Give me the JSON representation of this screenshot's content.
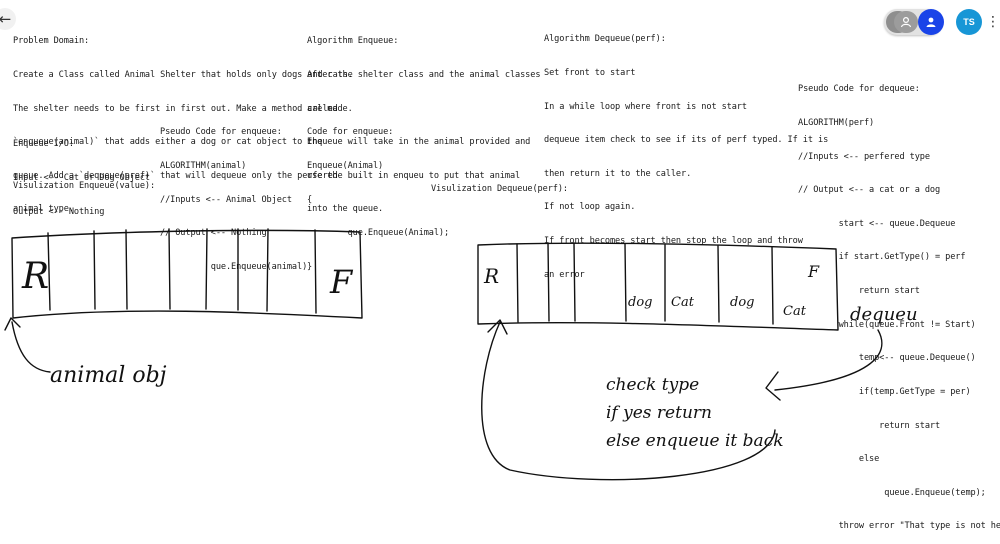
{
  "nav": {
    "back_icon": "arrow-left-icon"
  },
  "toolbar": {
    "avatar_initials": "TS",
    "more_icon": "⋮"
  },
  "problem": {
    "lines": [
      "Problem Domain:",
      "Create a Class called Animal Shelter that holds only dogs and cats.",
      "The shelter needs to be first in first out. Make a method called",
      "`enqueue(animal)` that adds either a dog or cat object to the",
      "queue. Add a `dequeue(pref)` that will dequeue only the perfered",
      "animal type."
    ]
  },
  "alg_enqueue": {
    "lines": [
      "Algorithm Enqueue:",
      "After the shelter class and the animal classes",
      "are made.",
      "Enqueue will take in the animal provided and",
      "use the built in enqueu to put that animal",
      "into the queue."
    ]
  },
  "alg_dequeue": {
    "lines": [
      "Algorithm Dequeue(perf):",
      "Set front to start",
      "In a while loop where front is not start",
      "dequeue item check to see if its of perf typed. If it is",
      "then return it to the caller.",
      "If not loop again.",
      "If front becomes start then stop the loop and throw",
      "an error"
    ]
  },
  "pseudo_dequeue": {
    "lines": [
      "Pseudo Code for dequeue:",
      "ALGORITHM(perf)",
      "//Inputs <-- perfered type",
      "// Output <-- a cat or a dog",
      "        start <-- queue.Dequeue",
      "        if start.GetType() = perf",
      "            return start",
      "        while(queue.Front != Start)",
      "            temp<-- queue.Dequeue()",
      "            if(temp.GetType = per)",
      "                return start",
      "            else",
      "                 queue.Enqueue(temp);",
      "        throw error \"That type is not here\""
    ]
  },
  "enqueue_io": {
    "lines": [
      "Enqueue I/O:",
      "Input <-- Cat or Dog Object",
      "Output <-- Nothing"
    ]
  },
  "pseudo_enqueue": {
    "lines": [
      "Pseudo Code for enqueue:",
      "ALGORITHM(animal)",
      "//Inputs <-- Animal Object",
      "// Output <-- Nothing",
      "          que.Enqueue(animal)"
    ]
  },
  "code_enqueue": {
    "lines": [
      "Code for enqueue:",
      "Enqueue(Animal)",
      "{",
      "        que.Enqueue(Animal);",
      "}"
    ]
  },
  "viz_enqueue": {
    "label": "Visulization Enqueue(value):",
    "rear": "R",
    "front": "F",
    "note": "animal obj"
  },
  "viz_dequeue": {
    "label": "Visulization Dequeue(perf):",
    "rear": "R",
    "front": "F",
    "cells": [
      "dog",
      "Cat",
      "dog",
      "Cat"
    ],
    "side_note": "dequeu",
    "note_lines": [
      "check type",
      "if yes return",
      "else enqueue it back"
    ]
  }
}
